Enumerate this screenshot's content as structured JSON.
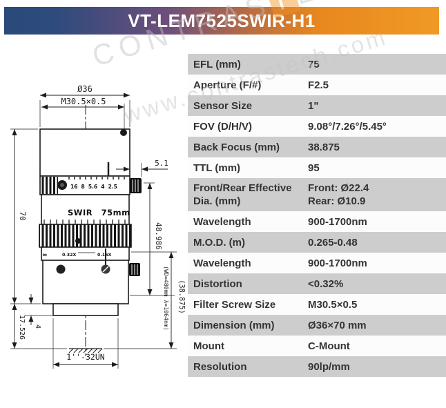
{
  "header": {
    "title": "VT-LEM7525SWIR-H1",
    "gradient_left": "#2a4a7c",
    "gradient_right": "#f09a26"
  },
  "watermark": {
    "line1_pre": "CONTRAS",
    "line1_t": "T",
    "line1_post": "ECH",
    "line2": "www.contrastech.com",
    "accent_color": "#f7941d"
  },
  "drawing": {
    "dims": {
      "front_diameter": "Ø36",
      "filter_thread": "M30.5×0.5",
      "thumbscrew_offset": "5.1",
      "body_length": "70",
      "rear_length": "17.526",
      "thread_length": "4",
      "mid_length": "48.986",
      "working_distance_note": "(WD=480mm λ=1064nm)",
      "back_focus": "(38.875)",
      "mount_thread": "1''-32UN"
    },
    "labels": {
      "ring_text": "SWIR  75mm",
      "aperture_scale": "16 8 5.6 4 2.5",
      "focus_infinity": "∞",
      "focus_mark1": "0.32X",
      "focus_mark2": "0.16X"
    }
  },
  "spec_table": {
    "row_gray": "#cdcdcd",
    "row_light": "#fcfcfc",
    "rows": [
      {
        "label": "EFL (mm)",
        "value": "75"
      },
      {
        "label": "Aperture (F/#)",
        "value": "F2.5"
      },
      {
        "label": "Sensor Size",
        "value": "1\""
      },
      {
        "label": "FOV (D/H/V)",
        "value": "9.08°/7.26°/5.45°"
      },
      {
        "label": "Back Focus (mm)",
        "value": "38.875"
      },
      {
        "label": "TTL (mm)",
        "value": "95"
      },
      {
        "label": "Front/Rear Effective Dia. (mm)",
        "value": "Front: Ø22.4\nRear: Ø10.9"
      },
      {
        "label": "Wavelength",
        "value": "900-1700nm"
      },
      {
        "label": "M.O.D. (m)",
        "value": "0.265-0.48"
      },
      {
        "label": "Wavelength",
        "value": "900-1700nm"
      },
      {
        "label": "Distortion",
        "value": "<0.32%"
      },
      {
        "label": "Filter Screw Size",
        "value": "M30.5×0.5"
      },
      {
        "label": "Dimension (mm)",
        "value": "Ø36×70 mm"
      },
      {
        "label": "Mount",
        "value": "C-Mount"
      },
      {
        "label": "Resolution",
        "value": "90lp/mm"
      }
    ]
  }
}
